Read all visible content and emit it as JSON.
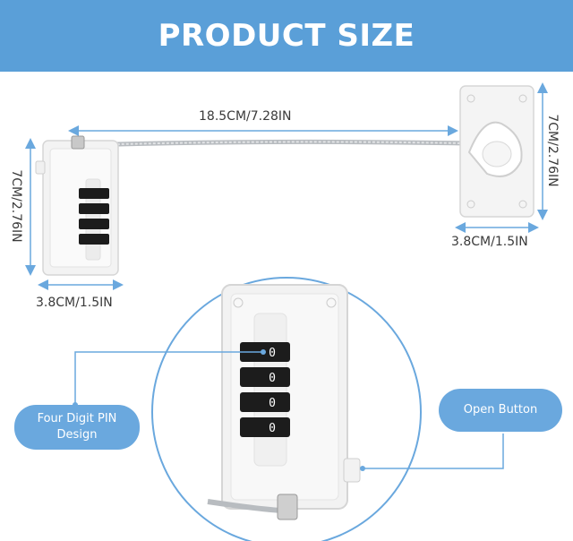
{
  "header": {
    "title": "PRODUCT SIZE",
    "bg_color": "#5a9fd8"
  },
  "dimensions": {
    "cable_length": "18.5CM/7.28IN",
    "left_height": "7CM/2.76IN",
    "left_width": "3.8CM/1.5IN",
    "right_height": "7CM/2.76IN",
    "right_width": "3.8CM/1.5IN"
  },
  "callouts": {
    "pin": {
      "line1": "Four Digit PIN",
      "line2": "Design"
    },
    "open_button": "Open Button"
  },
  "lock_digits": [
    "0",
    "0",
    "0",
    "0"
  ],
  "accent_color": "#6aa8de"
}
